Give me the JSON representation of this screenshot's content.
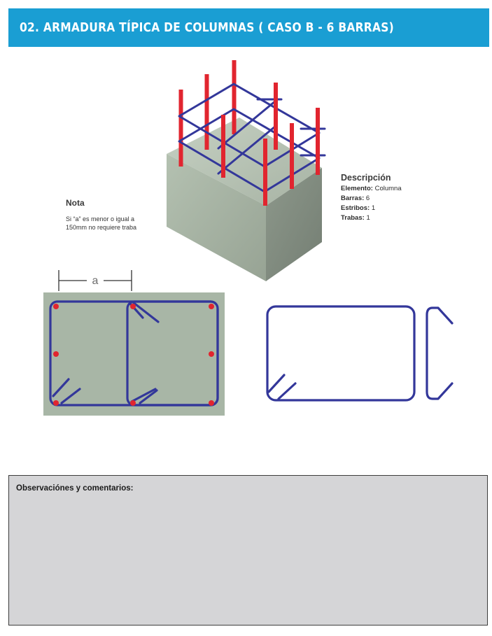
{
  "header": {
    "title": "02. ARMADURA TÍPICA DE COLUMNAS ( CASO B - 6 BARRAS)"
  },
  "descripcion": {
    "title": "Descripción",
    "rows": [
      {
        "label": "Elemento:",
        "value": "Columna"
      },
      {
        "label": "Barras:",
        "value": "6"
      },
      {
        "label": "Estribos:",
        "value": "1"
      },
      {
        "label": "Trabas:",
        "value": "1"
      }
    ]
  },
  "nota": {
    "title": "Nota",
    "text": "Si “a” es menor o igual a 150mm no requiere traba"
  },
  "dimension": {
    "label": "a"
  },
  "observaciones": {
    "title": "Observaciónes y comentarios:"
  },
  "colors": {
    "header_bg": "#1a9ed3",
    "rebar": "#e1252f",
    "stirrup": "#33379a",
    "concrete": "#a8b6a6",
    "notes_bg": "#d5d5d7"
  }
}
